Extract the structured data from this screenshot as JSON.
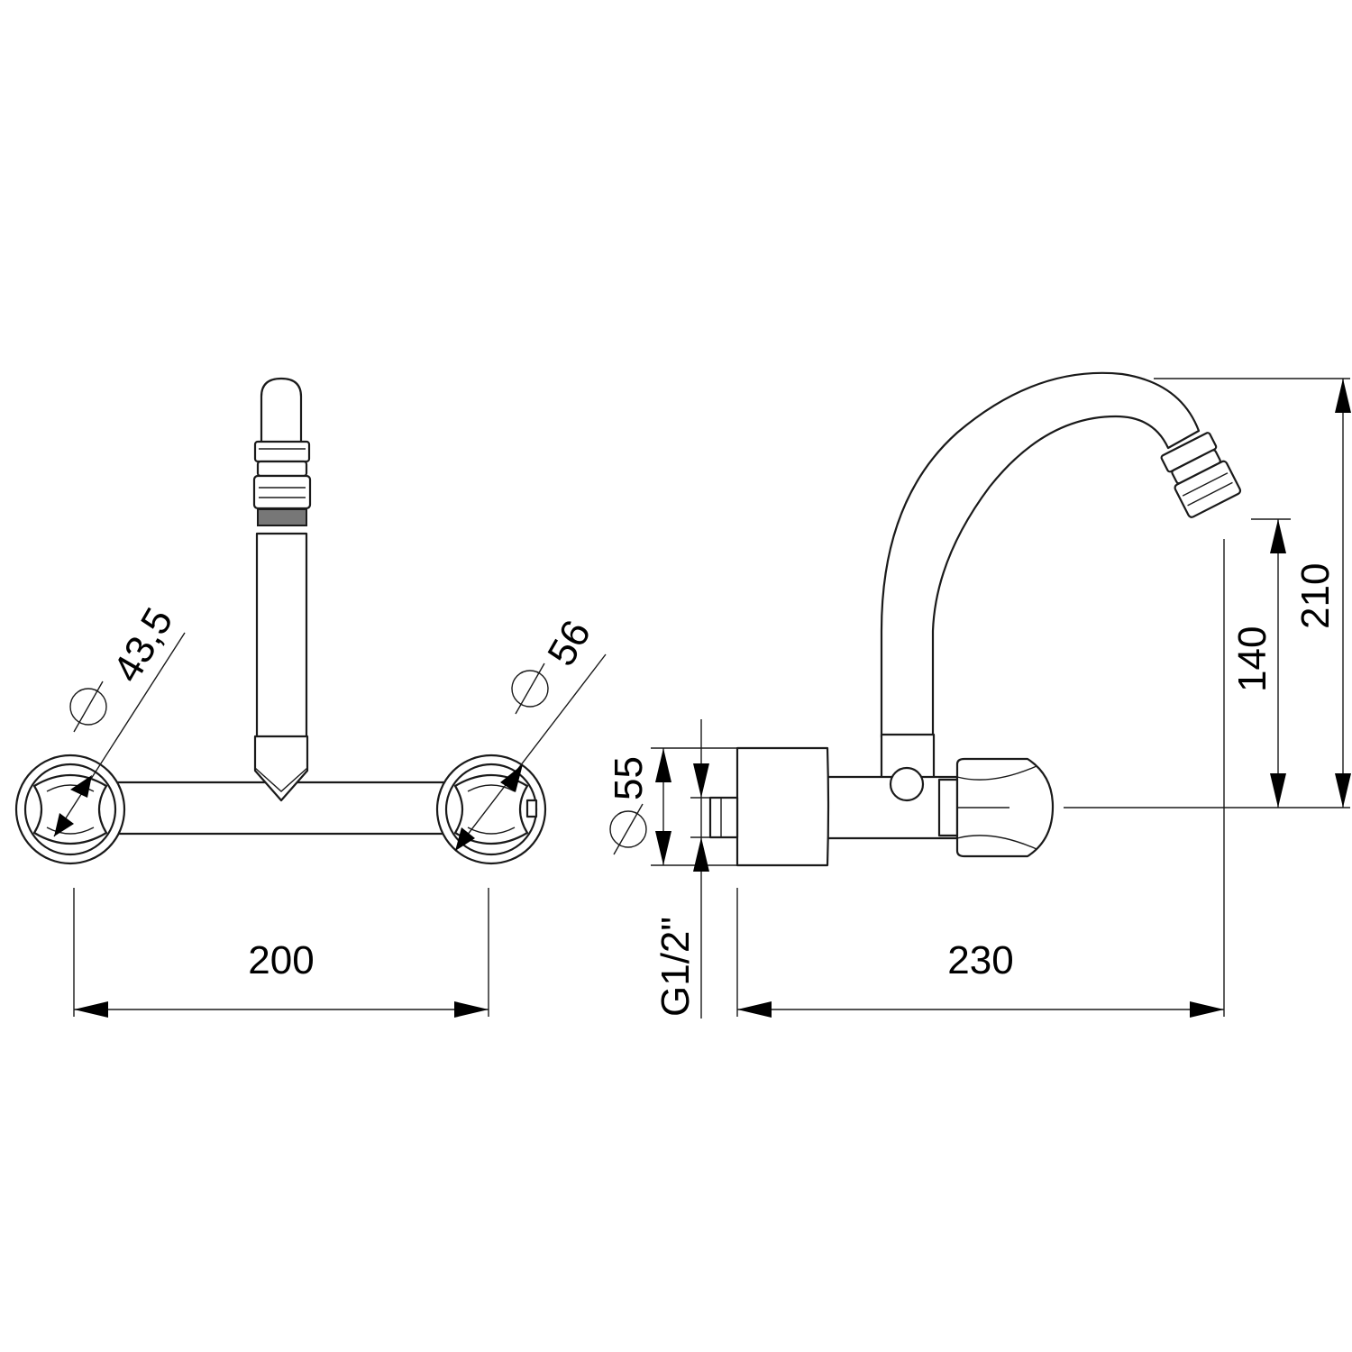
{
  "dimensions": {
    "width_front": "200",
    "depth_side": "230",
    "height_total": "210",
    "height_outlet": "140",
    "rosette_diameter": "55",
    "thread": "G1/2\"",
    "handle_diameter_left": "43,5",
    "handle_diameter_right": "56"
  },
  "colors": {
    "line": "#1a1a1a",
    "background": "#ffffff"
  }
}
